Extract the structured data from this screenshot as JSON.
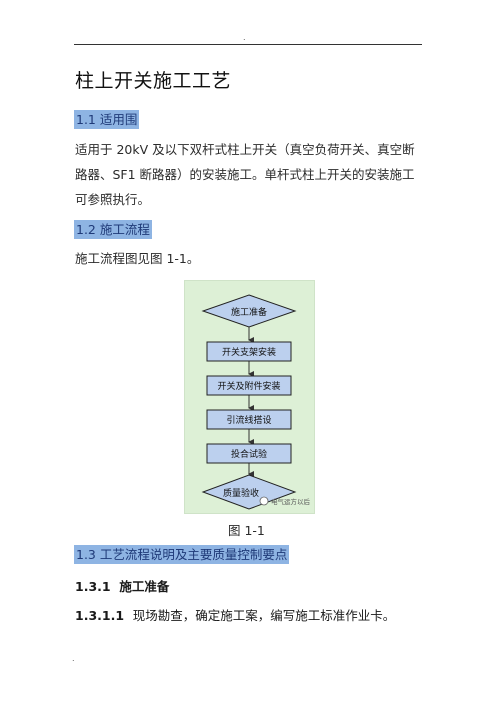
{
  "header_mark": ".",
  "footer_mark": ".",
  "title": "柱上开关施工工艺",
  "sections": {
    "s11": {
      "heading": "1.1  适用围",
      "text": "适用于 20kV 及以下双杆式柱上开关（真空负荷开关、真空断路器、SF1 断路器）的安装施工。单杆式柱上开关的安装施工可参照执行。"
    },
    "s12": {
      "heading": "1.2  施工流程",
      "text": "施工流程图见图 1-1。"
    },
    "s13": {
      "heading": "1.3 工艺流程说明及主要质量控制要点"
    }
  },
  "flowchart": {
    "steps": [
      "施工准备",
      "开关支架安装",
      "开关及附件安装",
      "引流线搭设",
      "投合试验",
      "质量验收"
    ],
    "watermark": "电气运方以后"
  },
  "figure_caption": "图 1-1",
  "sub131": {
    "number": "1.3.1",
    "label": "施工准备"
  },
  "sub1311": {
    "number": "1.3.1.1",
    "text": "现场勘查，确定施工案，编写施工标准作业卡。"
  }
}
